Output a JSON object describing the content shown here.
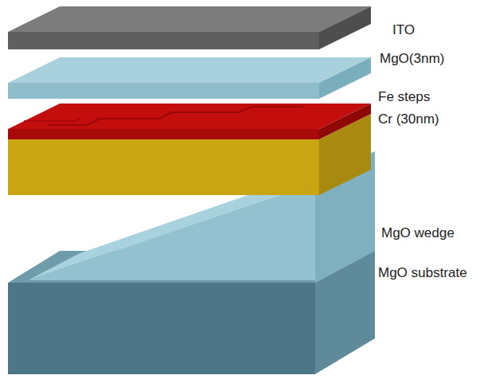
{
  "diagram": {
    "labels": [
      "ITO",
      "MgO(3nm)",
      "Fe steps",
      "Cr (30nm)",
      "MgO wedge",
      "MgO substrate"
    ]
  }
}
